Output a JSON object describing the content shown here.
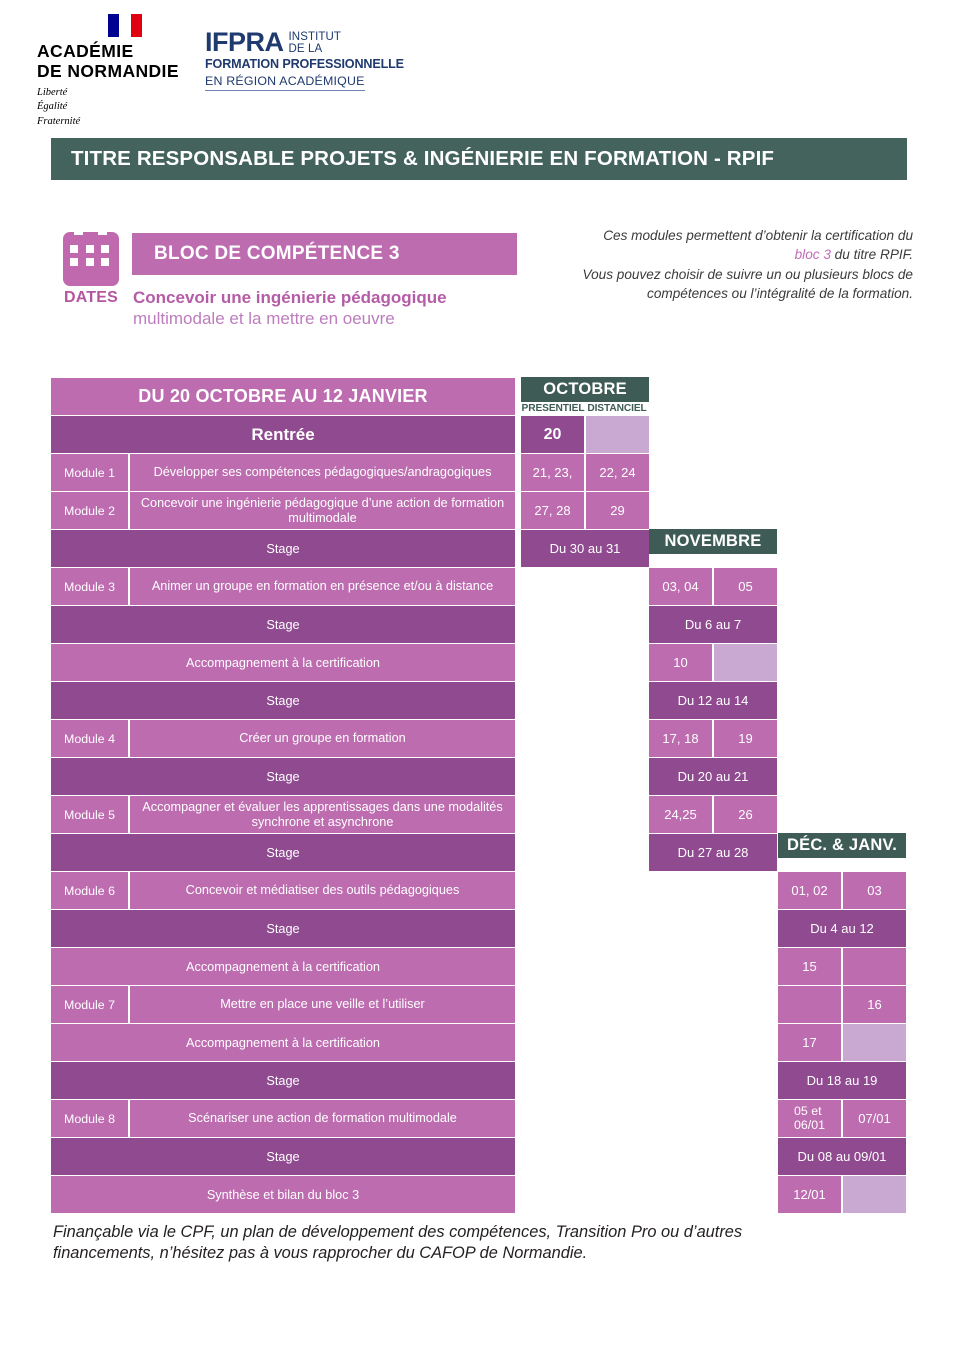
{
  "logos": {
    "academie": {
      "line1": "ACADÉMIE",
      "line2": "DE NORMANDIE",
      "devise1": "Liberté",
      "devise2": "Égalité",
      "devise3": "Fraternité"
    },
    "ifpra": {
      "word": "IFPRA",
      "institut1": "INSTITUT",
      "institut2": "DE LA",
      "line2": "FORMATION PROFESSIONNELLE",
      "line3": "EN RÉGION ACADÉMIQUE"
    }
  },
  "banner": {
    "title": "TITRE RESPONSABLE PROJETS & INGÉNIERIE EN FORMATION - RPIF"
  },
  "bloc": {
    "icon_label": "DATES",
    "bar_title": "BLOC DE COMPÉTENCE 3",
    "subtitle_bold": "Concevoir une ingénierie pédagogique",
    "subtitle_light": "multimodale et la mettre en oeuvre"
  },
  "note": {
    "l1": "Ces modules permettent d’obtenir la certification du",
    "l2_prefix": "",
    "l2_highlight": "bloc 3",
    "l2_suffix": " du titre RPIF.",
    "l3": "Vous pouvez  choisir de suivre un ou plusieurs blocs de",
    "l4": "compétences ou l’intégralité de la formation."
  },
  "colors": {
    "banner_green": "#44635d",
    "month_green": "#3e5c55",
    "purple_dark": "#8f4a90",
    "purple_mid": "#bd6cb0",
    "purple_light": "#c9a9d2",
    "accent_pink": "#b4569f",
    "ifpra_blue": "#1f3a6e"
  },
  "schedule": {
    "period_title": "DU 20 OCTOBRE AU 12 JANVIER",
    "legend": {
      "presentiel": "PRESENTIEL",
      "distanciel": "DISTANCIEL"
    },
    "months": [
      {
        "name": "OCTOBRE",
        "key": "oct"
      },
      {
        "name": "NOVEMBRE",
        "key": "nov"
      },
      {
        "name": "DÉC. & JANV.",
        "key": "dec"
      }
    ],
    "rows": [
      {
        "type": "rentree",
        "label": "Rentrée",
        "oct": {
          "mode": "split",
          "presentiel": "20",
          "distanciel": "",
          "p_shade": "dark",
          "d_shade": "light"
        }
      },
      {
        "type": "module",
        "module": "Module 1",
        "label": "Développer ses compétences pédagogiques/andragogiques",
        "shade": "mid",
        "oct": {
          "mode": "split",
          "presentiel": "21, 23,",
          "distanciel": "22, 24",
          "p_shade": "mid",
          "d_shade": "mid"
        }
      },
      {
        "type": "module",
        "module": "Module 2",
        "label": "Concevoir une ingénierie pédagogique d’une action de formation multimodale",
        "shade": "mid",
        "oct": {
          "mode": "split",
          "presentiel": "27, 28",
          "distanciel": "29",
          "p_shade": "mid",
          "d_shade": "mid"
        }
      },
      {
        "type": "full",
        "label": "Stage",
        "shade": "dark",
        "oct": {
          "mode": "wide",
          "text": "Du 30 au 31",
          "shade": "dark"
        },
        "nov_header": true
      },
      {
        "type": "module",
        "module": "Module 3",
        "label": "Animer un groupe en formation en présence et/ou à distance",
        "shade": "mid",
        "nov": {
          "mode": "split",
          "presentiel": "03, 04",
          "distanciel": "05",
          "p_shade": "mid",
          "d_shade": "mid"
        }
      },
      {
        "type": "full",
        "label": "Stage",
        "shade": "dark",
        "nov": {
          "mode": "wide",
          "text": "Du 6 au 7",
          "shade": "dark"
        }
      },
      {
        "type": "full",
        "label": "Accompagnement à la certification",
        "shade": "mid",
        "nov": {
          "mode": "split",
          "presentiel": "10",
          "distanciel": "",
          "p_shade": "mid",
          "d_shade": "light"
        }
      },
      {
        "type": "full",
        "label": "Stage",
        "shade": "dark",
        "nov": {
          "mode": "wide",
          "text": "Du 12 au 14",
          "shade": "dark"
        }
      },
      {
        "type": "module",
        "module": "Module 4",
        "label": "Créer un groupe en formation",
        "shade": "mid",
        "nov": {
          "mode": "split",
          "presentiel": "17, 18",
          "distanciel": "19",
          "p_shade": "mid",
          "d_shade": "mid"
        }
      },
      {
        "type": "full",
        "label": "Stage",
        "shade": "dark",
        "nov": {
          "mode": "wide",
          "text": "Du 20 au 21",
          "shade": "dark"
        }
      },
      {
        "type": "module",
        "module": "Module 5",
        "label": "Accompagner et évaluer les apprentissages dans une modalités synchrone et asynchrone",
        "shade": "mid",
        "nov": {
          "mode": "split",
          "presentiel": "24,25",
          "distanciel": "26",
          "p_shade": "mid",
          "d_shade": "mid"
        }
      },
      {
        "type": "full",
        "label": "Stage",
        "shade": "dark",
        "nov": {
          "mode": "wide",
          "text": "Du 27 au 28",
          "shade": "dark"
        },
        "dec_header": true
      },
      {
        "type": "module",
        "module": "Module 6",
        "label": "Concevoir et médiatiser des outils pédagogiques",
        "shade": "mid",
        "dec": {
          "mode": "split",
          "presentiel": "01, 02",
          "distanciel": "03",
          "p_shade": "mid",
          "d_shade": "mid"
        }
      },
      {
        "type": "full",
        "label": "Stage",
        "shade": "dark",
        "dec": {
          "mode": "wide",
          "text": "Du 4 au 12",
          "shade": "dark"
        }
      },
      {
        "type": "full",
        "label": "Accompagnement à la certification",
        "shade": "mid",
        "dec": {
          "mode": "split",
          "presentiel": "15",
          "distanciel": "",
          "p_shade": "mid",
          "d_shade": "mid"
        }
      },
      {
        "type": "module",
        "module": "Module 7",
        "label": "Mettre en place une veille et l’utiliser",
        "shade": "mid",
        "dec": {
          "mode": "split",
          "presentiel": "",
          "distanciel": "16",
          "p_shade": "mid",
          "d_shade": "mid"
        }
      },
      {
        "type": "full",
        "label": "Accompagnement à la certification",
        "shade": "mid",
        "dec": {
          "mode": "split",
          "presentiel": "17",
          "distanciel": "",
          "p_shade": "mid",
          "d_shade": "light"
        }
      },
      {
        "type": "full",
        "label": "Stage",
        "shade": "dark",
        "dec": {
          "mode": "wide",
          "text": "Du 18 au 19",
          "shade": "dark"
        }
      },
      {
        "type": "module",
        "module": "Module 8",
        "label": "Scénariser une action de formation multimodale",
        "shade": "mid",
        "dec": {
          "mode": "split",
          "presentiel": "05 et 06/01",
          "distanciel": "07/01",
          "p_shade": "mid",
          "d_shade": "mid"
        }
      },
      {
        "type": "full",
        "label": "Stage",
        "shade": "dark",
        "dec": {
          "mode": "wide",
          "text": "Du 08 au 09/01",
          "shade": "dark"
        }
      },
      {
        "type": "full",
        "label": "Synthèse et bilan du bloc 3",
        "shade": "mid",
        "dec": {
          "mode": "split",
          "presentiel": "12/01",
          "distanciel": "",
          "p_shade": "mid",
          "d_shade": "light"
        }
      }
    ]
  },
  "footer": {
    "l1": "Finançable via le CPF, un plan de développement des compétences, Transition Pro ou d’autres",
    "l2": "financements, n’hésitez pas à vous rapprocher du CAFOP de Normandie."
  }
}
